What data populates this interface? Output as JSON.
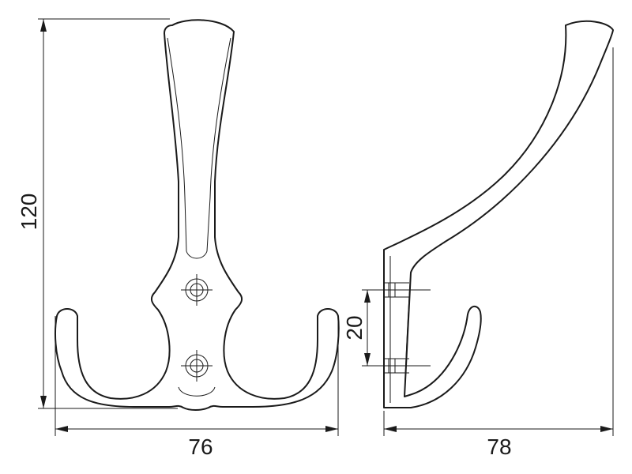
{
  "dimensions": {
    "front_height": "120",
    "front_width": "76",
    "side_depth": "78",
    "hole_spacing": "20"
  },
  "colors": {
    "line": "#1a1a1a",
    "background": "#ffffff"
  }
}
